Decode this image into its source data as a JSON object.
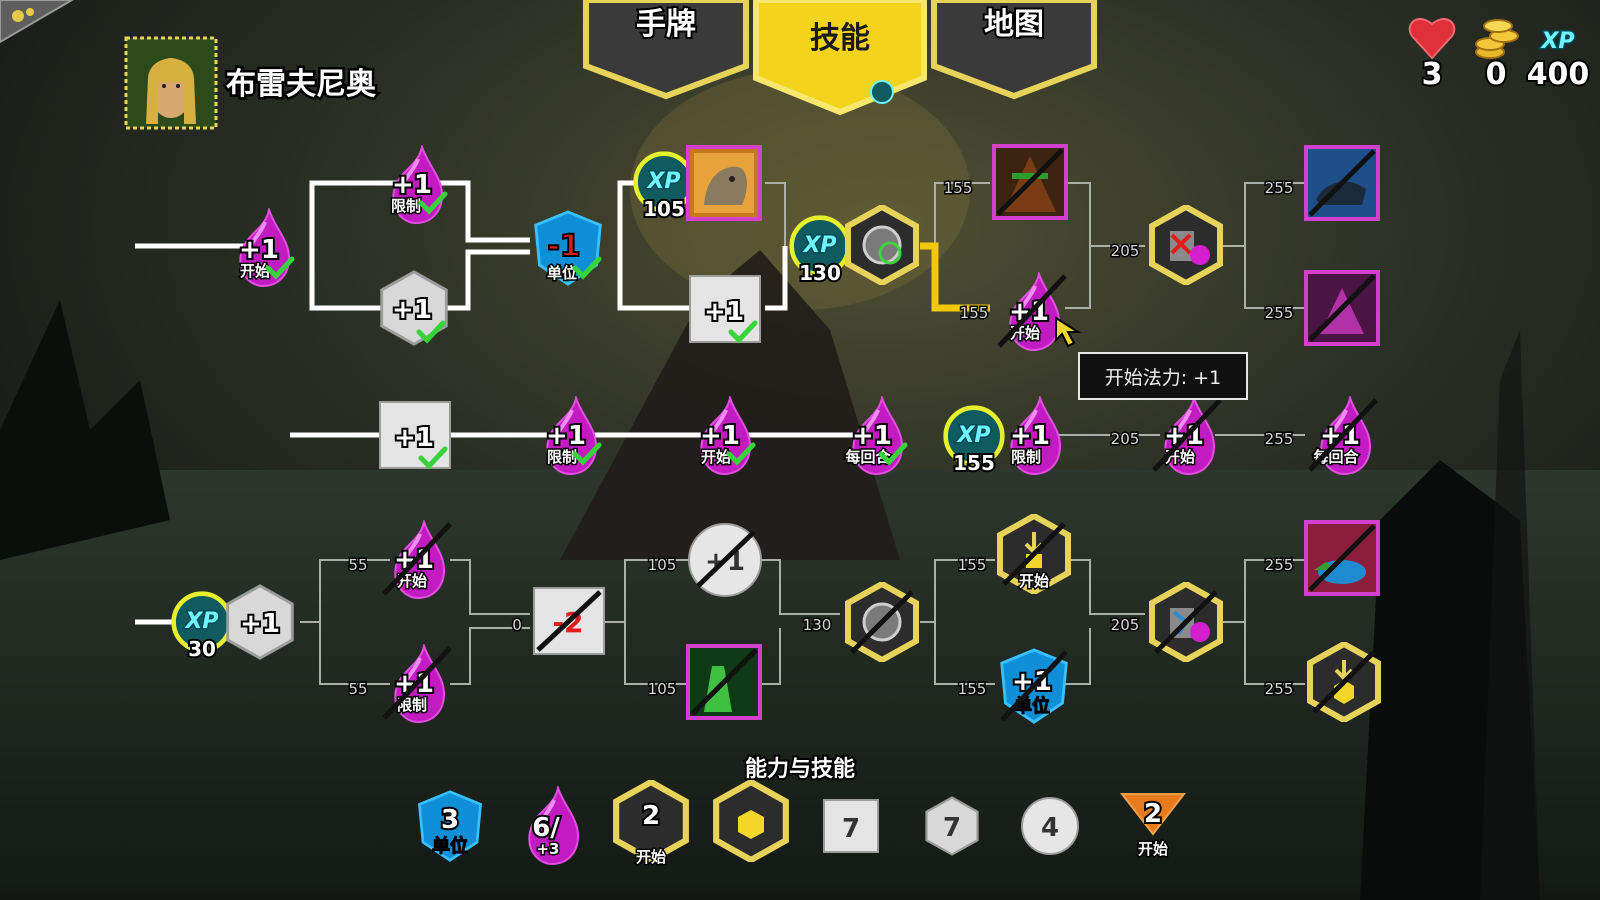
{
  "tabs": [
    {
      "label": "手牌",
      "active": false
    },
    {
      "label": "技能",
      "active": true
    },
    {
      "label": "地图",
      "active": false
    }
  ],
  "hero": {
    "name": "布雷夫尼奥"
  },
  "resources": {
    "health": "3",
    "gold": "0",
    "xp": "400",
    "xp_icon": "XP"
  },
  "tooltip": "开始法力: +1",
  "bottom": {
    "title": "能力与技能",
    "items": [
      {
        "value": "3",
        "label": "单位"
      },
      {
        "value": "6/",
        "sub": "+3"
      },
      {
        "value": "2",
        "label": "开始"
      },
      {
        "value": "7"
      },
      {
        "value": "7"
      },
      {
        "value": "4"
      },
      {
        "value": "2",
        "label": "开始"
      }
    ]
  },
  "tree": {
    "row1": {
      "start": {
        "value": "+1",
        "label": "开始"
      },
      "limit": {
        "value": "+1",
        "label": "限制"
      },
      "hex": {
        "value": "+1"
      },
      "unit": {
        "value": "-1",
        "label": "单位"
      },
      "xp105": {
        "icon": "XP",
        "cost": "105"
      },
      "sq": {
        "value": "+1"
      },
      "xp130": {
        "icon": "XP",
        "cost": "130"
      },
      "c155a": "155",
      "c155b": "155",
      "c205": "205",
      "c255a": "255",
      "c255b": "255",
      "pinkstart": {
        "value": "+1",
        "label": "开始"
      }
    },
    "row2": {
      "sq": {
        "value": "+1"
      },
      "limit": {
        "value": "+1",
        "label": "限制"
      },
      "start": {
        "value": "+1",
        "label": "开始"
      },
      "turn": {
        "value": "+1",
        "label": "每回合"
      },
      "xp155": {
        "icon": "XP",
        "cost": "155"
      },
      "limit2": {
        "value": "+1",
        "label": "限制"
      },
      "c205": "205",
      "c255": "255",
      "start2": {
        "value": "+1",
        "label": "开始"
      },
      "turn2": {
        "value": "+1",
        "label": "每回合"
      }
    },
    "row3": {
      "xp30": {
        "icon": "XP",
        "cost": "30"
      },
      "hex": {
        "value": "+1"
      },
      "c55a": "55",
      "c55b": "55",
      "start": {
        "value": "+1",
        "label": "开始"
      },
      "limit": {
        "value": "+1",
        "label": "限制"
      },
      "c0": "0",
      "sq": {
        "value": "-2"
      },
      "c105a": "105",
      "c105b": "105",
      "circle": {
        "value": "+1"
      },
      "c130": "130",
      "c155a": "155",
      "c155b": "155",
      "dstart": {
        "label": "开始"
      },
      "unit": {
        "value": "+1",
        "label": "单位"
      },
      "c205": "205",
      "c255a": "255",
      "c255b": "255"
    }
  }
}
